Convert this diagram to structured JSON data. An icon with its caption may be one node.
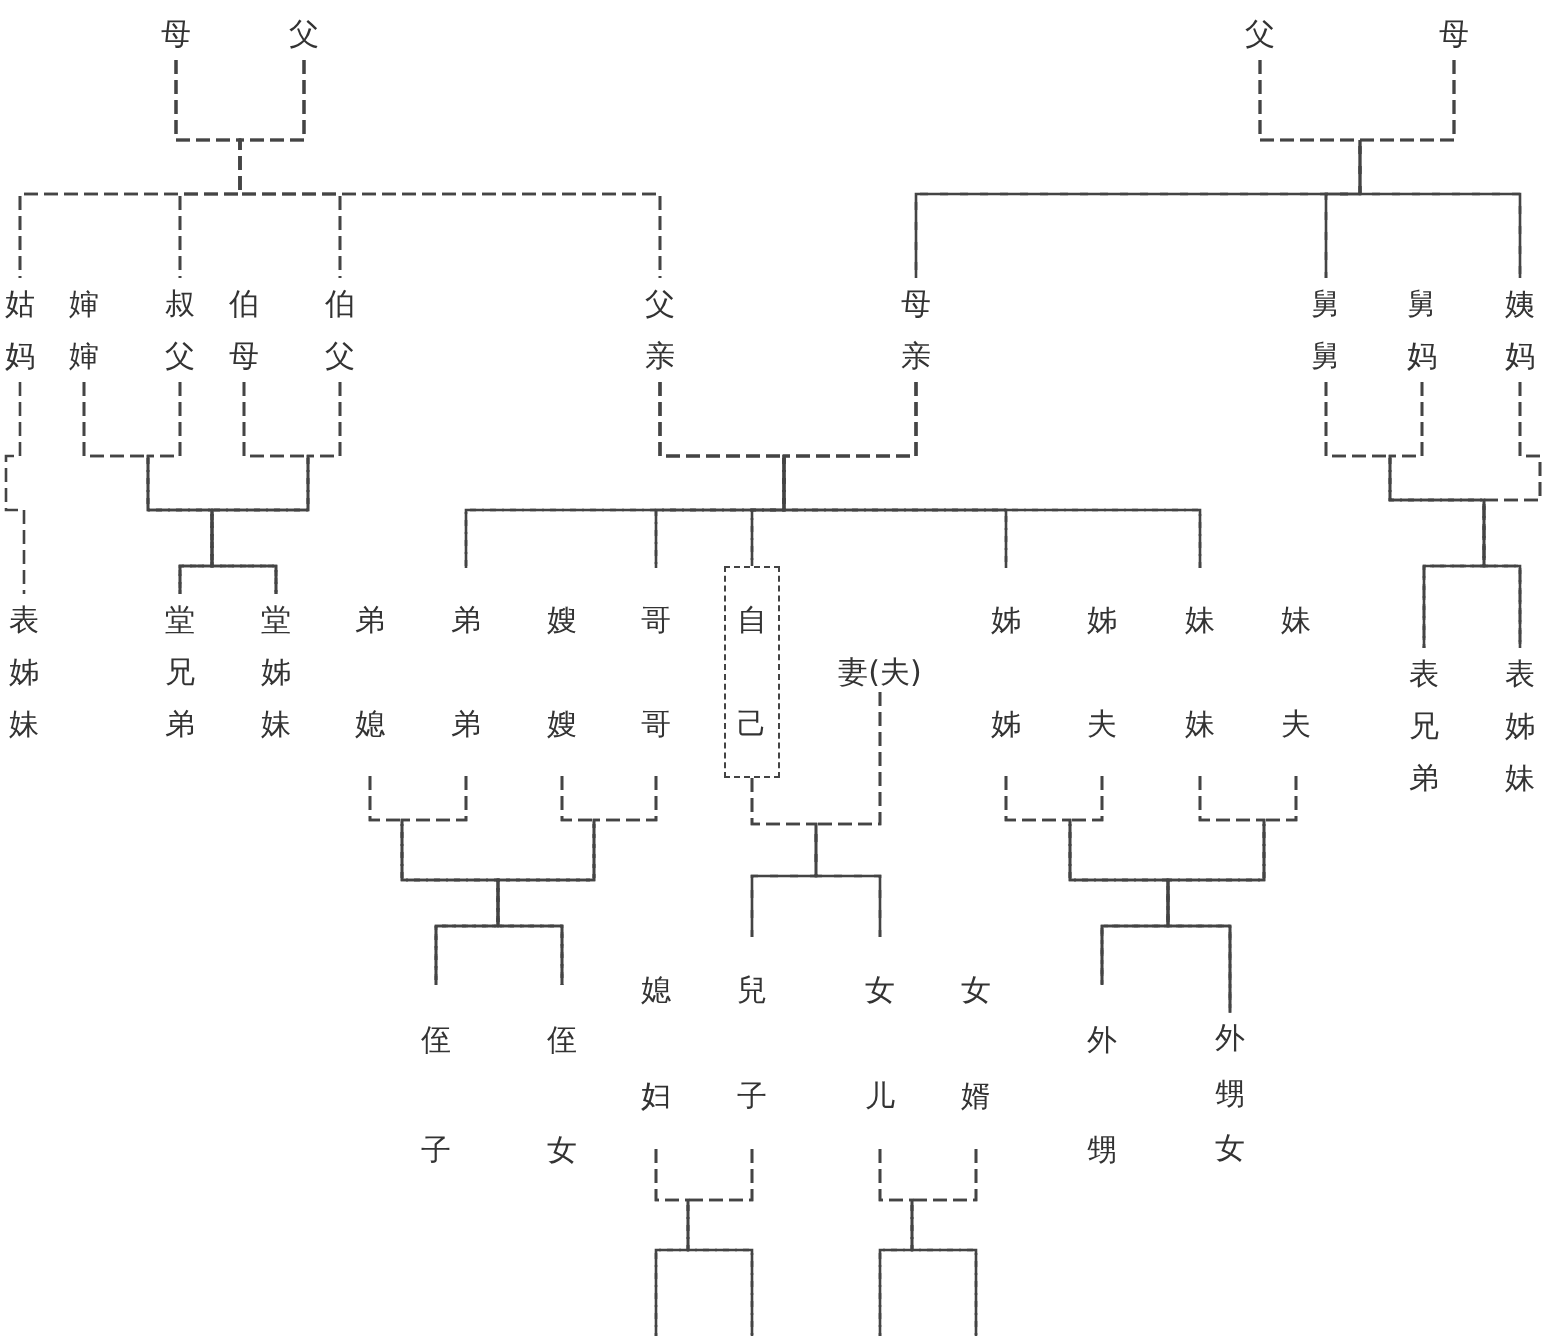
{
  "diagram": {
    "nodes": [
      {
        "text": [
          "母"
        ]
      },
      {
        "text": [
          "父"
        ]
      },
      {
        "text": [
          "父"
        ]
      },
      {
        "text": [
          "母"
        ]
      },
      {
        "text": [
          "姑妈"
        ]
      },
      {
        "text": [
          "婶婶"
        ]
      },
      {
        "text": [
          "叔父"
        ]
      },
      {
        "text": [
          "伯母"
        ]
      },
      {
        "text": [
          "伯父"
        ]
      },
      {
        "text": [
          "父亲"
        ]
      },
      {
        "text": [
          "母亲"
        ]
      },
      {
        "text": [
          "舅舅"
        ]
      },
      {
        "text": [
          "舅妈"
        ]
      },
      {
        "text": [
          "姨妈"
        ]
      },
      {
        "text": [
          "表姊妹"
        ]
      },
      {
        "text": [
          "堂兄弟"
        ]
      },
      {
        "text": [
          "堂姊妹"
        ]
      },
      {
        "text": [
          "弟媳"
        ]
      },
      {
        "text": [
          "弟弟"
        ]
      },
      {
        "text": [
          "嫂嫂"
        ]
      },
      {
        "text": [
          "哥哥"
        ]
      },
      {
        "text": [
          "自己"
        ]
      },
      {
        "text": [
          "妻(夫)"
        ]
      },
      {
        "text": [
          "姊姊"
        ]
      },
      {
        "text": [
          "姊夫"
        ]
      },
      {
        "text": [
          "妹妹"
        ]
      },
      {
        "text": [
          "妹夫"
        ]
      },
      {
        "text": [
          "表兄弟"
        ]
      },
      {
        "text": [
          "表姊妹"
        ]
      },
      {
        "text": [
          "侄子"
        ]
      },
      {
        "text": [
          "侄女"
        ]
      },
      {
        "text": [
          "媳妇"
        ]
      },
      {
        "text": [
          "兒子"
        ]
      },
      {
        "text": [
          "女儿"
        ]
      },
      {
        "text": [
          "女婿"
        ]
      },
      {
        "text": [
          "外甥"
        ]
      },
      {
        "text": [
          "外甥女"
        ]
      }
    ],
    "edges": [
      {
        "from": 0,
        "to": 4,
        "arrow": "none"
      },
      {
        "from": 0,
        "to": 6,
        "arrow": "none"
      },
      {
        "from": 0,
        "to": 8,
        "arrow": "none"
      },
      {
        "from": 0,
        "to": 9,
        "arrow": "none"
      },
      {
        "from": 1,
        "to": 4,
        "arrow": "none"
      },
      {
        "from": 1,
        "to": 6,
        "arrow": "none"
      },
      {
        "from": 1,
        "to": 8,
        "arrow": "none"
      },
      {
        "from": 1,
        "to": 9,
        "arrow": "none"
      },
      {
        "from": 2,
        "to": 10,
        "arrow": "none"
      },
      {
        "from": 2,
        "to": 11,
        "arrow": "none"
      },
      {
        "from": 2,
        "to": 13,
        "arrow": "none"
      },
      {
        "from": 3,
        "to": 10,
        "arrow": "none"
      },
      {
        "from": 3,
        "to": 11,
        "arrow": "none"
      },
      {
        "from": 3,
        "to": 13,
        "arrow": "none"
      },
      {
        "from": 4,
        "to": 14,
        "arrow": "none"
      },
      {
        "from": 5,
        "to": 15,
        "arrow": "none"
      },
      {
        "from": 5,
        "to": 16,
        "arrow": "none"
      },
      {
        "from": 6,
        "to": 15,
        "arrow": "none"
      },
      {
        "from": 6,
        "to": 16,
        "arrow": "none"
      },
      {
        "from": 7,
        "to": 15,
        "arrow": "none"
      },
      {
        "from": 7,
        "to": 16,
        "arrow": "none"
      },
      {
        "from": 8,
        "to": 15,
        "arrow": "none"
      },
      {
        "from": 8,
        "to": 16,
        "arrow": "none"
      },
      {
        "from": 9,
        "to": 18,
        "arrow": "none"
      },
      {
        "from": 9,
        "to": 20,
        "arrow": "none"
      },
      {
        "from": 9,
        "to": 21,
        "arrow": "none"
      },
      {
        "from": 9,
        "to": 23,
        "arrow": "none"
      },
      {
        "from": 9,
        "to": 25,
        "arrow": "none"
      },
      {
        "from": 10,
        "to": 18,
        "arrow": "none"
      },
      {
        "from": 10,
        "to": 20,
        "arrow": "none"
      },
      {
        "from": 10,
        "to": 21,
        "arrow": "none"
      },
      {
        "from": 10,
        "to": 23,
        "arrow": "none"
      },
      {
        "from": 10,
        "to": 25,
        "arrow": "none"
      },
      {
        "from": 11,
        "to": 27,
        "arrow": "none"
      },
      {
        "from": 11,
        "to": 28,
        "arrow": "none"
      },
      {
        "from": 12,
        "to": 27,
        "arrow": "none"
      },
      {
        "from": 12,
        "to": 28,
        "arrow": "none"
      },
      {
        "from": 13,
        "to": 27,
        "arrow": "none"
      },
      {
        "from": 13,
        "to": 28,
        "arrow": "none"
      },
      {
        "from": 17,
        "to": 29,
        "arrow": "none"
      },
      {
        "from": 17,
        "to": 30,
        "arrow": "none"
      },
      {
        "from": 18,
        "to": 29,
        "arrow": "none"
      },
      {
        "from": 18,
        "to": 30,
        "arrow": "none"
      },
      {
        "from": 19,
        "to": 29,
        "arrow": "none"
      },
      {
        "from": 19,
        "to": 30,
        "arrow": "none"
      },
      {
        "from": 20,
        "to": 29,
        "arrow": "none"
      },
      {
        "from": 20,
        "to": 30,
        "arrow": "none"
      },
      {
        "from": 21,
        "to": 32,
        "arrow": "none"
      },
      {
        "from": 21,
        "to": 33,
        "arrow": "none"
      },
      {
        "from": 22,
        "to": 32,
        "arrow": "none"
      },
      {
        "from": 22,
        "to": 33,
        "arrow": "none"
      },
      {
        "from": 23,
        "to": 35,
        "arrow": "none"
      },
      {
        "from": 23,
        "to": 36,
        "arrow": "none"
      },
      {
        "from": 24,
        "to": 35,
        "arrow": "none"
      },
      {
        "from": 24,
        "to": 36,
        "arrow": "none"
      },
      {
        "from": 25,
        "to": 35,
        "arrow": "none"
      },
      {
        "from": 25,
        "to": 36,
        "arrow": "none"
      },
      {
        "from": 26,
        "to": 35,
        "arrow": "none"
      },
      {
        "from": 26,
        "to": 36,
        "arrow": "none"
      },
      {
        "from": 31,
        "to": null,
        "arrow": "none"
      },
      {
        "from": 31,
        "to": null,
        "arrow": "none"
      },
      {
        "from": 32,
        "to": null,
        "arrow": "none"
      },
      {
        "from": 32,
        "to": null,
        "arrow": "none"
      },
      {
        "from": 33,
        "to": null,
        "arrow": "none"
      },
      {
        "from": 33,
        "to": null,
        "arrow": "none"
      },
      {
        "from": 34,
        "to": null,
        "arrow": "none"
      },
      {
        "from": 34,
        "to": null,
        "arrow": "none"
      }
    ]
  }
}
